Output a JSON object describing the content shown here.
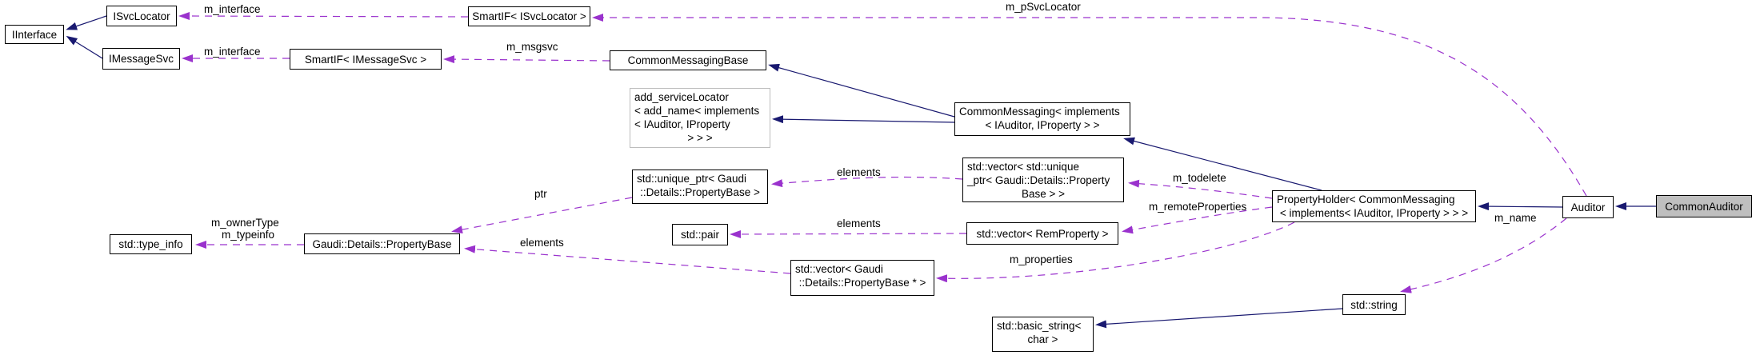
{
  "nodes": {
    "iinterface": {
      "label": "IInterface"
    },
    "isvclocator": {
      "label": "ISvcLocator"
    },
    "imessagesvc": {
      "label": "IMessageSvc"
    },
    "smartif_imessagesvc": {
      "label": "SmartIF< IMessageSvc >"
    },
    "smartif_isvclocator": {
      "label": "SmartIF< ISvcLocator >"
    },
    "commonmessagingbase": {
      "label": "CommonMessagingBase"
    },
    "add_servicelocator": {
      "lines": [
        "add_serviceLocator",
        "< add_name< implements",
        "< IAuditor, IProperty",
        "> > >"
      ]
    },
    "commonmessaging": {
      "lines": [
        "CommonMessaging< implements",
        "< IAuditor, IProperty > >"
      ]
    },
    "unique_ptr": {
      "lines": [
        "std::unique_ptr< Gaudi",
        "::Details::PropertyBase >"
      ]
    },
    "std_pair": {
      "label": "std::pair"
    },
    "vector_unique": {
      "lines": [
        "std::vector< std::unique",
        "_ptr< Gaudi::Details::Property",
        "Base > >"
      ]
    },
    "vector_rem": {
      "label": "std::vector< RemProperty >"
    },
    "propertyholder": {
      "lines": [
        "PropertyHolder< CommonMessaging",
        "< implements< IAuditor, IProperty > > >"
      ]
    },
    "auditor": {
      "label": "Auditor"
    },
    "commonauditor": {
      "label": "CommonAuditor"
    },
    "type_info": {
      "label": "std::type_info"
    },
    "propertybase": {
      "label": "Gaudi::Details::PropertyBase"
    },
    "vector_pb": {
      "lines": [
        "std::vector< Gaudi",
        "::Details::PropertyBase * >"
      ]
    },
    "std_string": {
      "label": "std::string"
    },
    "basic_string": {
      "lines": [
        "std::basic_string<",
        "char >"
      ]
    }
  },
  "edges": [
    {
      "from": "isvclocator",
      "to": "iinterface",
      "type": "inheritance"
    },
    {
      "from": "imessagesvc",
      "to": "iinterface",
      "type": "inheritance"
    },
    {
      "from": "smartif_isvclocator",
      "to": "isvclocator",
      "type": "usage",
      "label": "m_interface"
    },
    {
      "from": "smartif_imessagesvc",
      "to": "imessagesvc",
      "type": "usage",
      "label": "m_interface"
    },
    {
      "from": "commonmessagingbase",
      "to": "smartif_imessagesvc",
      "type": "usage",
      "label": "m_msgsvc"
    },
    {
      "from": "auditor",
      "to": "smartif_isvclocator",
      "type": "usage",
      "label": "m_pSvcLocator"
    },
    {
      "from": "commonmessaging",
      "to": "commonmessagingbase",
      "type": "inheritance"
    },
    {
      "from": "commonmessaging",
      "to": "add_servicelocator",
      "type": "inheritance"
    },
    {
      "from": "propertyholder",
      "to": "commonmessaging",
      "type": "inheritance"
    },
    {
      "from": "auditor",
      "to": "propertyholder",
      "type": "inheritance"
    },
    {
      "from": "commonauditor",
      "to": "auditor",
      "type": "inheritance"
    },
    {
      "from": "propertyholder",
      "to": "vector_unique",
      "type": "usage",
      "label": "m_todelete"
    },
    {
      "from": "propertyholder",
      "to": "vector_rem",
      "type": "usage",
      "label": "m_remoteProperties"
    },
    {
      "from": "propertyholder",
      "to": "vector_pb",
      "type": "usage",
      "label": "m_properties"
    },
    {
      "from": "vector_unique",
      "to": "unique_ptr",
      "type": "usage",
      "label": "elements"
    },
    {
      "from": "vector_rem",
      "to": "std_pair",
      "type": "usage",
      "label": "elements"
    },
    {
      "from": "unique_ptr",
      "to": "propertybase",
      "type": "usage",
      "label": "ptr"
    },
    {
      "from": "vector_pb",
      "to": "propertybase",
      "type": "usage",
      "label": "elements"
    },
    {
      "from": "propertybase",
      "to": "type_info",
      "type": "usage",
      "labels": [
        "m_ownerType",
        "m_typeinfo"
      ]
    },
    {
      "from": "auditor",
      "to": "std_string",
      "type": "usage",
      "label": "m_name"
    },
    {
      "from": "std_string",
      "to": "basic_string",
      "type": "inheritance"
    }
  ],
  "colors": {
    "inheritance": "#191970",
    "usage": "#9a32cd",
    "node_border": "#000000",
    "grey_border": "#bdbdbd",
    "grey_fill": "#bfbfbf"
  }
}
